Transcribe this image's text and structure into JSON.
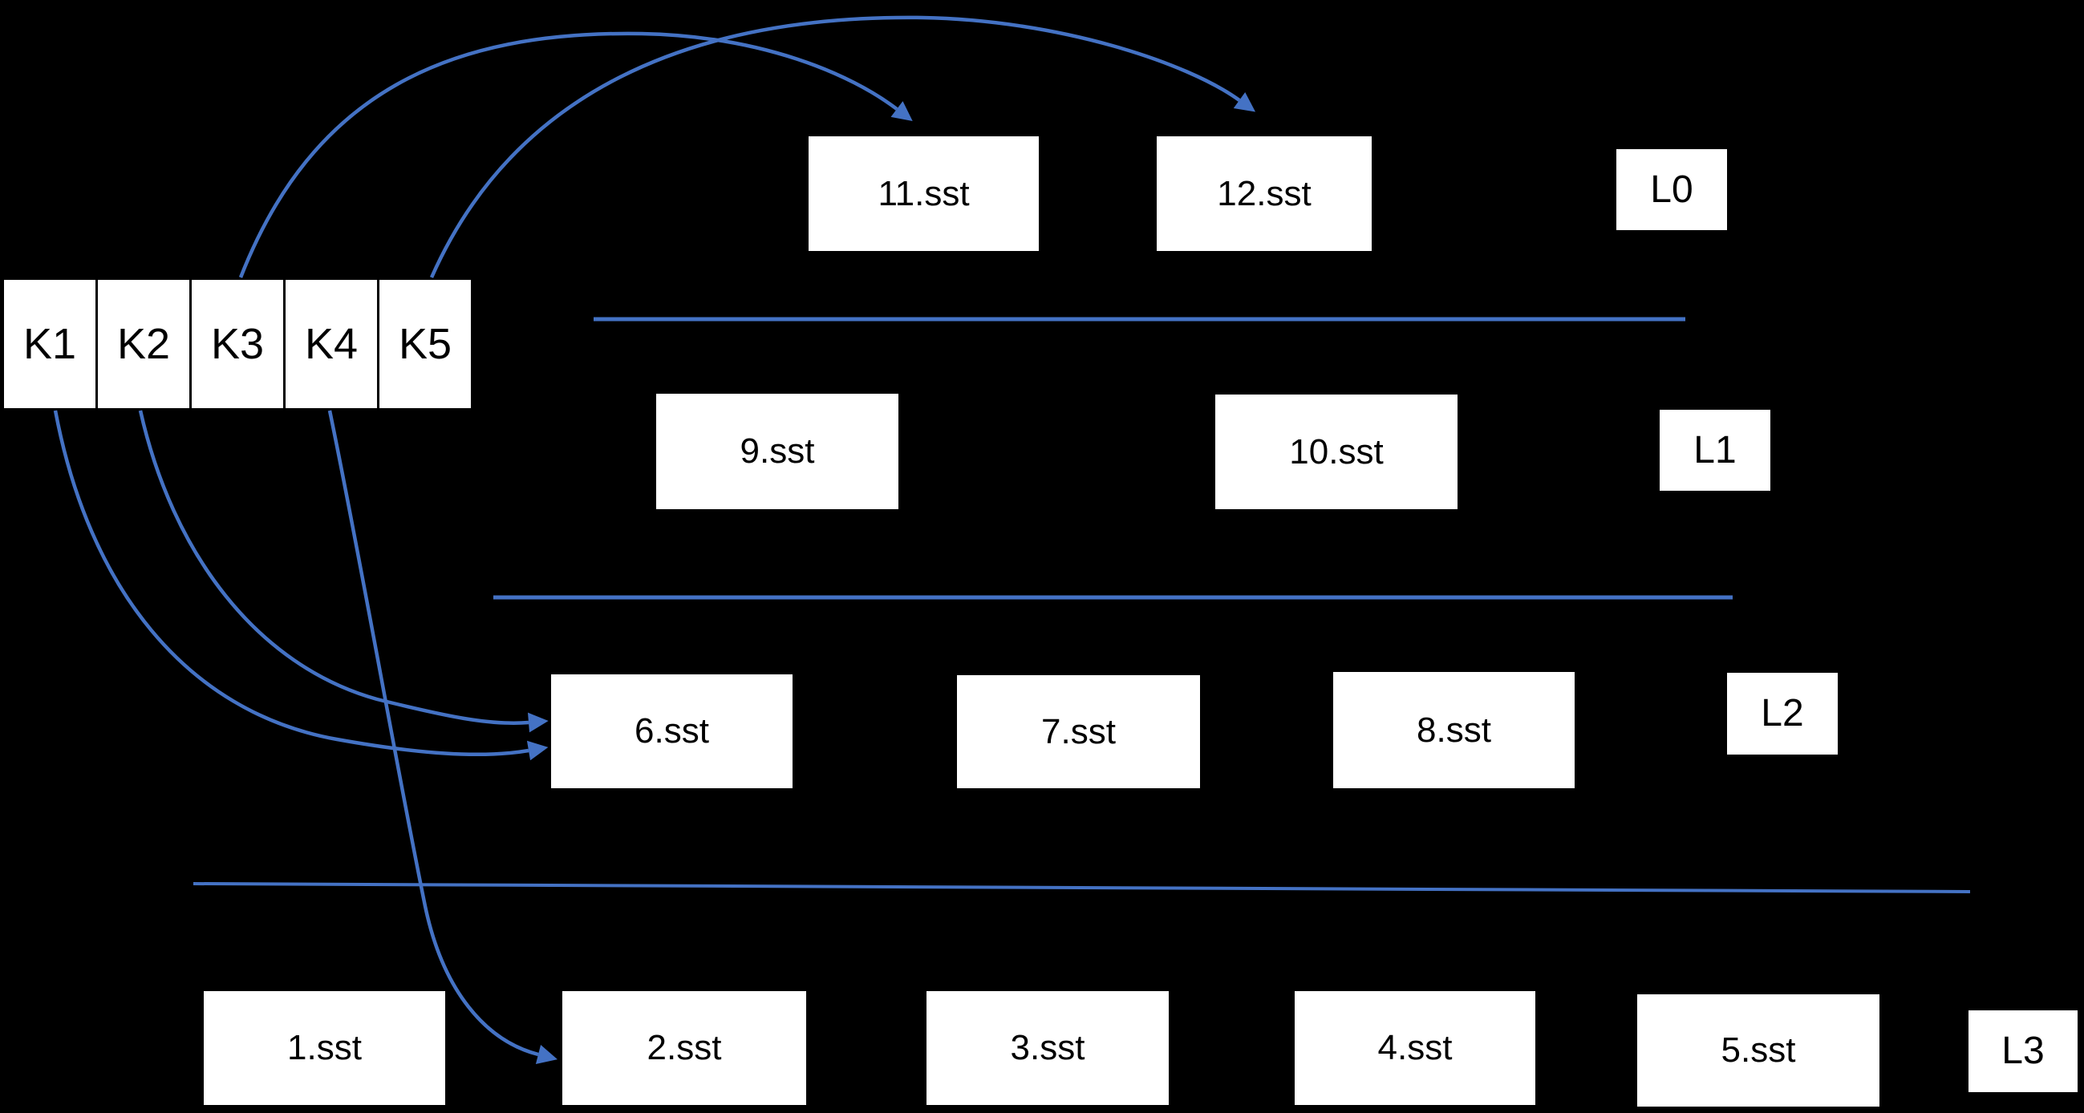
{
  "colors": {
    "background": "#000000",
    "accent": "#4472C4",
    "box_fill": "#ffffff",
    "box_text": "#000000"
  },
  "keys": [
    {
      "label": "K1"
    },
    {
      "label": "K2"
    },
    {
      "label": "K3"
    },
    {
      "label": "K4"
    },
    {
      "label": "K5"
    }
  ],
  "levels": [
    {
      "label": "L0",
      "files": [
        "11.sst",
        "12.sst"
      ]
    },
    {
      "label": "L1",
      "files": [
        "9.sst",
        "10.sst"
      ]
    },
    {
      "label": "L2",
      "files": [
        "6.sst",
        "7.sst",
        "8.sst"
      ]
    },
    {
      "label": "L3",
      "files": [
        "1.sst",
        "2.sst",
        "3.sst",
        "4.sst",
        "5.sst"
      ]
    }
  ],
  "arrows": [
    {
      "from": "K3",
      "to": "11.sst"
    },
    {
      "from": "K5",
      "to": "12.sst"
    },
    {
      "from": "K2",
      "to": "6.sst"
    },
    {
      "from": "K1",
      "to": "6.sst"
    },
    {
      "from": "K4",
      "to": "2.sst"
    }
  ]
}
